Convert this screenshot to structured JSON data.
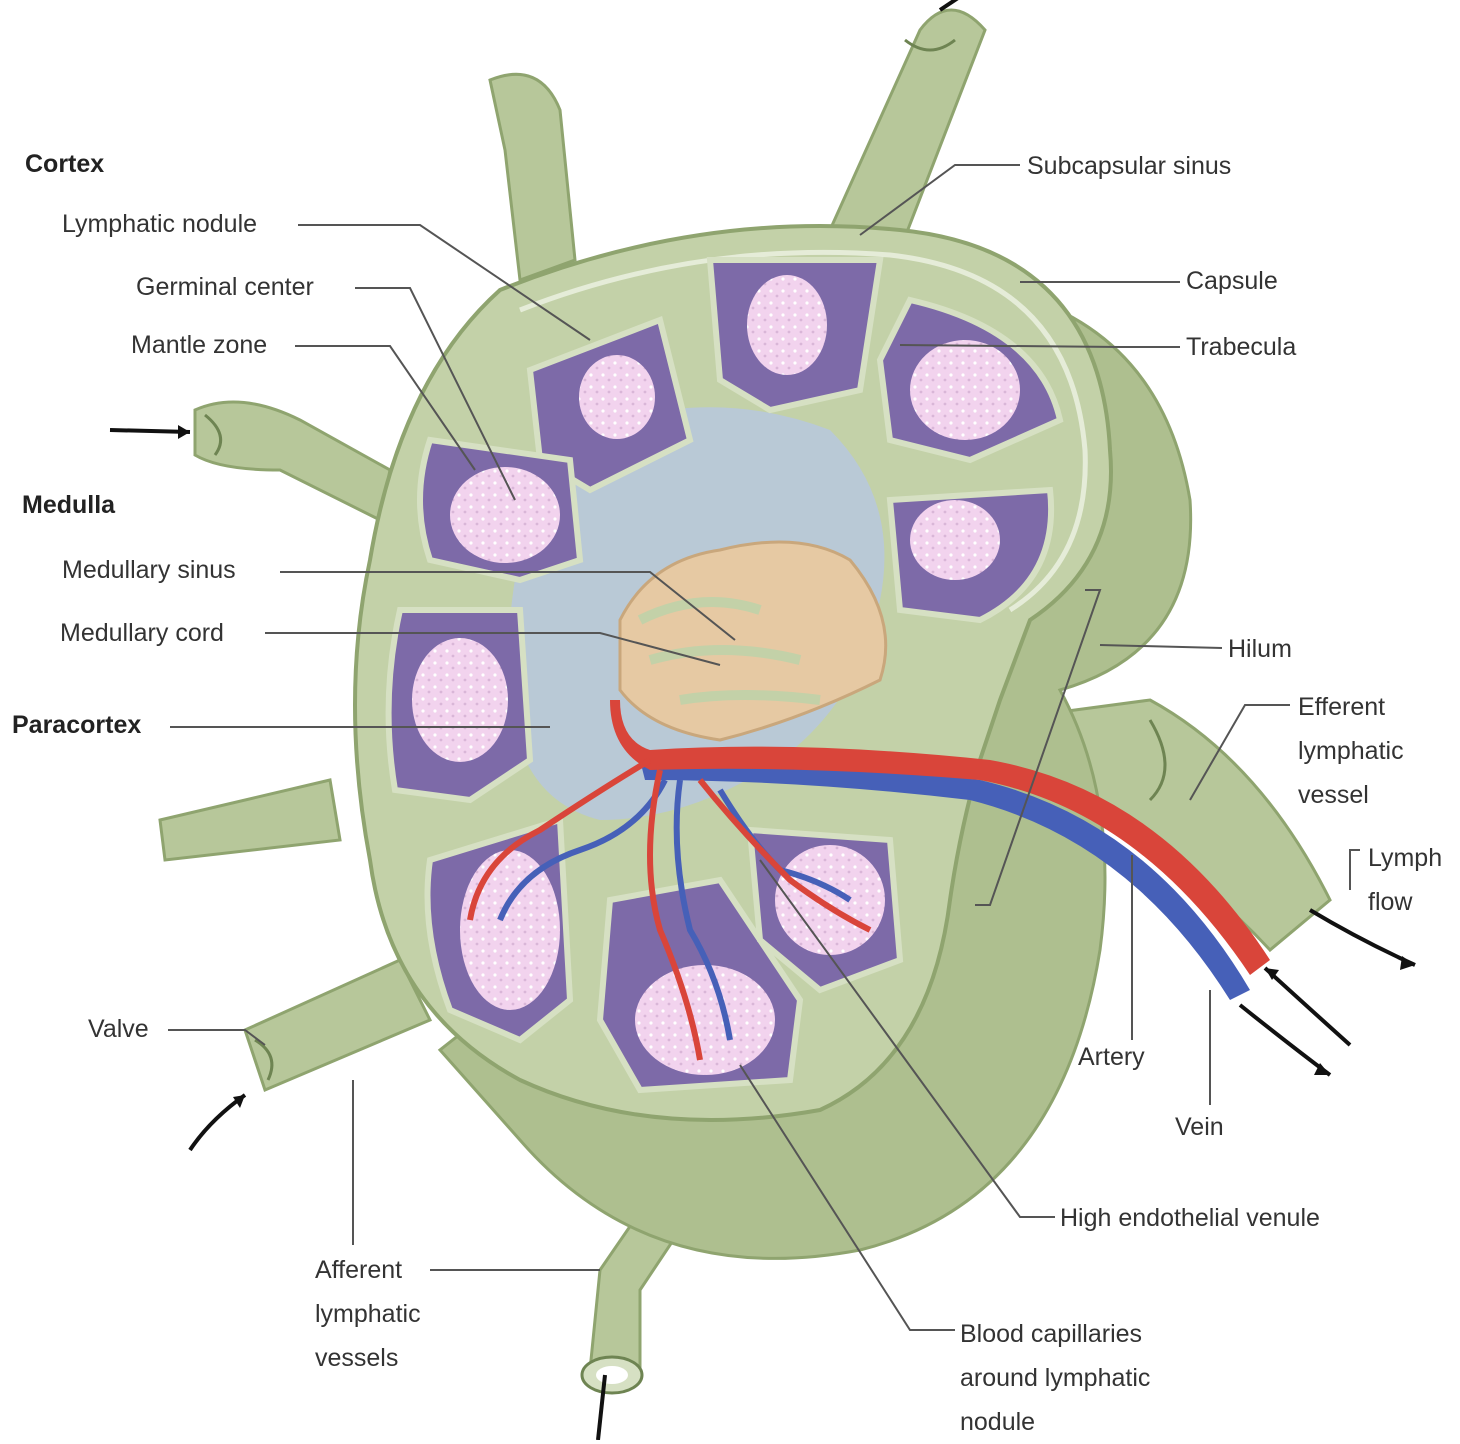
{
  "colors": {
    "tissue": "#b7c79a",
    "tissue_dark": "#8fa46f",
    "tissue_light": "#d6e0c3",
    "sinus": "#b9c9d6",
    "mantle": "#7d6aa8",
    "germinal": "#f2d3ee",
    "cord": "#e6c9a3",
    "artery": "#d9453a",
    "vein": "#4660b8",
    "label_line": "#555555"
  },
  "headings": {
    "cortex": "Cortex",
    "medulla": "Medulla",
    "paracortex": "Paracortex"
  },
  "labels": {
    "lymphatic_nodule": "Lymphatic nodule",
    "germinal_center": "Germinal center",
    "mantle_zone": "Mantle zone",
    "medullary_sinus": "Medullary sinus",
    "medullary_cord": "Medullary cord",
    "valve": "Valve",
    "afferent_l1": "Afferent",
    "afferent_l2": "lymphatic",
    "afferent_l3": "vessels",
    "subcapsular_sinus": "Subcapsular sinus",
    "capsule": "Capsule",
    "trabecula": "Trabecula",
    "hilum": "Hilum",
    "efferent_l1": "Efferent",
    "efferent_l2": "lymphatic",
    "efferent_l3": "vessel",
    "lymph_flow_l1": "Lymph",
    "lymph_flow_l2": "flow",
    "artery": "Artery",
    "vein": "Vein",
    "hev": "High endothelial venule",
    "blood_cap_l1": "Blood capillaries",
    "blood_cap_l2": "around lymphatic",
    "blood_cap_l3": "nodule"
  }
}
